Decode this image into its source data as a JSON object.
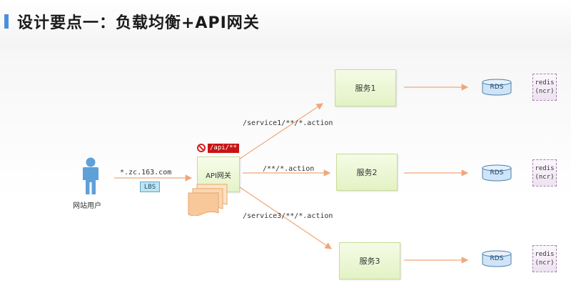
{
  "title": "设计要点一：负载均衡+API网关",
  "user": {
    "label": "网站用户"
  },
  "domain_label": "*.zc.163.com",
  "lbs_label": "LBS",
  "gateway": {
    "label": "API网关",
    "blocked_path": "/api/**"
  },
  "routes": [
    {
      "path": "/service1/**/*.action",
      "service": "服务1"
    },
    {
      "path": "/**/*.action",
      "service": "服务2"
    },
    {
      "path": "/service3/**/*.action",
      "service": "服务3"
    }
  ],
  "rds_label": "RDS",
  "redis": {
    "line1": "redis",
    "line2": "(ncr)"
  },
  "colors": {
    "accent": "#4a90d9",
    "arrow": "#f0a77a",
    "person": "#5ea0d8",
    "service_fill": "#e3f2c5",
    "rds_fill": "#cfe4f6",
    "blocked": "#c81414"
  }
}
